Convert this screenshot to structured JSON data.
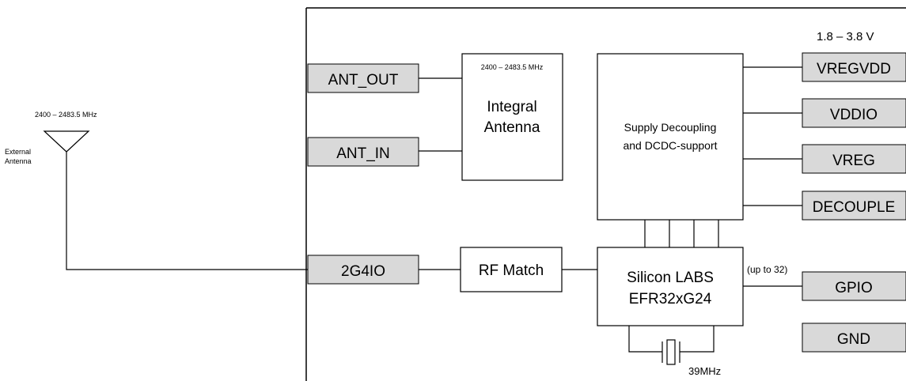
{
  "external_antenna": {
    "freq": "2400 – 2483.5 MHz",
    "label_line1": "External",
    "label_line2": "Antenna"
  },
  "integral_antenna": {
    "freq": "2400 – 2483.5 MHz",
    "line1": "Integral",
    "line2": "Antenna"
  },
  "supply_block": {
    "line1": "Supply Decoupling",
    "line2": "and DCDC-support"
  },
  "rf_match": "RF Match",
  "chip": {
    "line1": "Silicon LABS",
    "line2": "EFR32xG24"
  },
  "voltage_range": "1.8 – 3.8 V",
  "gpio_count": "(up to 32)",
  "crystal_freq": "39MHz",
  "pins": {
    "ant_out": "ANT_OUT",
    "ant_in": "ANT_IN",
    "g2g4io": "2G4IO",
    "vregvdd": "VREGVDD",
    "vddio": "VDDIO",
    "vreg": "VREG",
    "decouple": "DECOUPLE",
    "gpio": "GPIO",
    "gnd": "GND"
  },
  "colors": {
    "pin_fill": "#d9d9d9",
    "stroke": "#000000"
  }
}
